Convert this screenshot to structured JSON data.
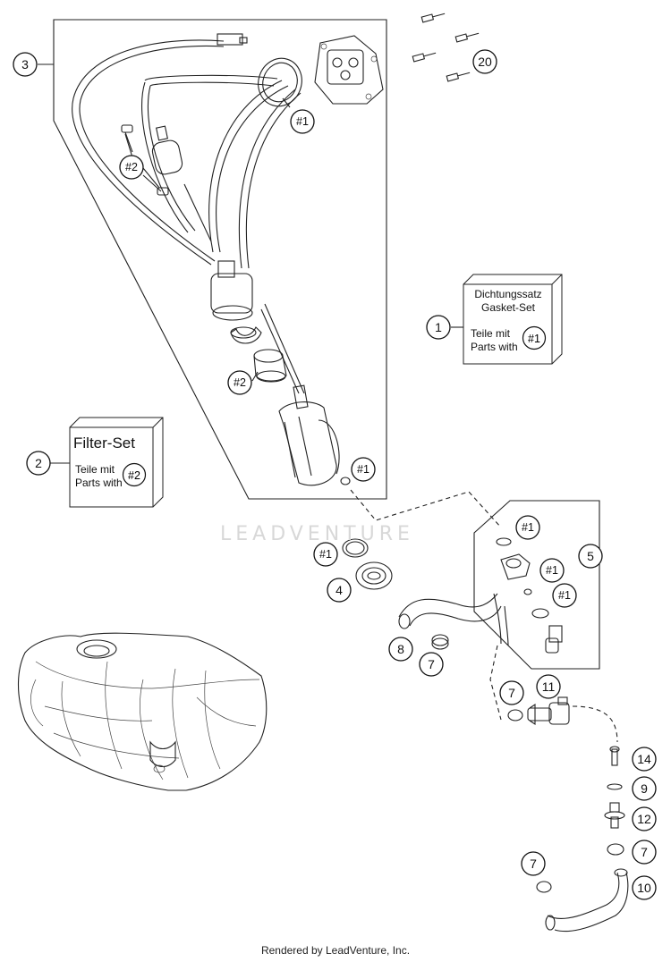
{
  "watermark": "LEADVENTURE",
  "footer": "Rendered by LeadVenture, Inc.",
  "gasket_box": {
    "title_de": "Dichtungssatz",
    "title_en": "Gasket-Set",
    "parts_de": "Teile mit",
    "parts_en": "Parts with",
    "ref": "#1"
  },
  "filter_box": {
    "title": "Filter-Set",
    "parts_de": "Teile mit",
    "parts_en": "Parts with",
    "ref": "#2"
  },
  "callouts": {
    "c1": "1",
    "c2": "2",
    "c3": "3",
    "c4": "4",
    "c5": "5",
    "c7a": "7",
    "c7b": "7",
    "c7c": "7",
    "c7d": "7",
    "c8": "8",
    "c9": "9",
    "c10": "10",
    "c11": "11",
    "c12": "12",
    "c14": "14",
    "c20": "20"
  },
  "refs": {
    "r1a": "#1",
    "r1b": "#1",
    "r1c": "#1",
    "r1d": "#1",
    "r1e": "#1",
    "r1f": "#1",
    "r2a": "#2",
    "r2b": "#2"
  }
}
